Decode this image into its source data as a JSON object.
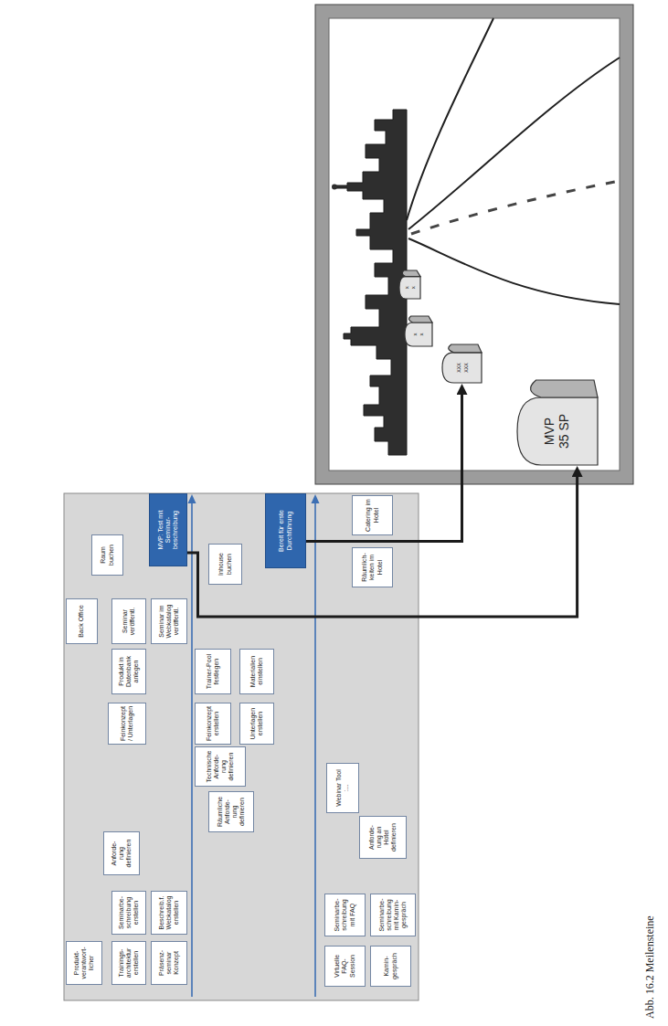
{
  "diagram": {
    "caption": "Abb. 16.2 Meilensteine",
    "nodes": [
      {
        "text": [
          "Produkt- verantwort- licher"
        ]
      },
      {
        "text": [
          "Back Office"
        ]
      },
      {
        "text": [
          "Trainings- architektur erstellen"
        ]
      },
      {
        "text": [
          "Seminarbe- schreibung erstellen"
        ]
      },
      {
        "text": [
          "Anforde- rung definieren"
        ]
      },
      {
        "text": [
          "Feinkonzept / Unterlagen"
        ]
      },
      {
        "text": [
          "Produkt in Datenbank anlegen"
        ]
      },
      {
        "text": [
          "Seminar veröffentl."
        ]
      },
      {
        "text": [
          "Raum buchen"
        ]
      },
      {
        "text": [
          "Präsenz- seminar Konzept"
        ]
      },
      {
        "text": [
          "Beschreib.f. Webkatalog erstellen"
        ]
      },
      {
        "text": [
          "Seminar im Webkatalog veröffentl."
        ]
      },
      {
        "text": [
          "MVP: Test mit Seminar- beschreibung"
        ]
      },
      {
        "text": [
          "Räumliche Anforde- rung definieren"
        ]
      },
      {
        "text": [
          "Technische Anforde- rung definieren"
        ]
      },
      {
        "text": [
          "Feinkonzept erstellen"
        ]
      },
      {
        "text": [
          "Trainer-Pool festlegen"
        ]
      },
      {
        "text": [
          "Inhouse buchen"
        ]
      },
      {
        "text": [
          "Unterlagen erstellen"
        ]
      },
      {
        "text": [
          "Materialien einstellen"
        ]
      },
      {
        "text": [
          "Bereit für erste Durchführung"
        ]
      },
      {
        "text": [
          "Virtuelle FAQ- Session"
        ]
      },
      {
        "text": [
          "Seminarbe- schreibung mit FAQ"
        ]
      },
      {
        "text": [
          "Webinar Tool :..."
        ]
      },
      {
        "text": [
          "Anforde- rung an Hotel definieren"
        ]
      },
      {
        "text": [
          "Räumlich- keiten im Hotel"
        ]
      },
      {
        "text": [
          "Catering im Hotel"
        ]
      },
      {
        "text": [
          "Kamin- gespräch"
        ]
      },
      {
        "text": [
          "Seminarbe- schreibung mit Kamin- gespräch"
        ]
      },
      {
        "text": [
          "MVP 35 SP"
        ]
      },
      {
        "text": [
          "xxx xxx"
        ]
      },
      {
        "text": [
          "x x"
        ]
      },
      {
        "text": [
          "x x"
        ]
      }
    ],
    "edges": [
      {
        "from": 12,
        "to": 29,
        "arrow": "to"
      },
      {
        "from": 20,
        "to": 30,
        "arrow": "to"
      }
    ]
  }
}
